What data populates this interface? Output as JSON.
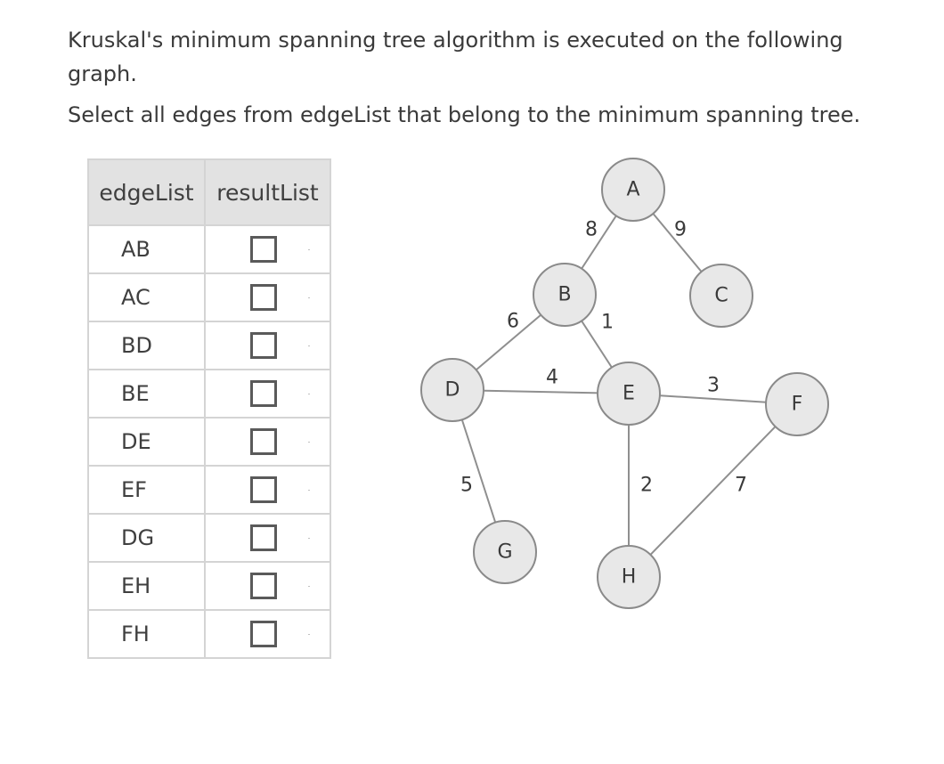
{
  "question": {
    "prompt": "Kruskal's minimum spanning tree algorithm is executed on the following graph.",
    "instruction": "Select all edges from edgeList that belong to the minimum spanning tree."
  },
  "table": {
    "headers": {
      "edge_list": "edgeList",
      "result_list": "resultList"
    },
    "rows": [
      {
        "edge": "AB",
        "checked": false
      },
      {
        "edge": "AC",
        "checked": false
      },
      {
        "edge": "BD",
        "checked": false
      },
      {
        "edge": "BE",
        "checked": false
      },
      {
        "edge": "DE",
        "checked": false
      },
      {
        "edge": "EF",
        "checked": false
      },
      {
        "edge": "DG",
        "checked": false
      },
      {
        "edge": "EH",
        "checked": false
      },
      {
        "edge": "FH",
        "checked": false
      }
    ]
  },
  "graph": {
    "nodes": [
      "A",
      "B",
      "C",
      "D",
      "E",
      "F",
      "G",
      "H"
    ],
    "edges": [
      {
        "from": "A",
        "to": "B",
        "weight": "8"
      },
      {
        "from": "A",
        "to": "C",
        "weight": "9"
      },
      {
        "from": "B",
        "to": "D",
        "weight": "6"
      },
      {
        "from": "B",
        "to": "E",
        "weight": "1"
      },
      {
        "from": "D",
        "to": "E",
        "weight": "4"
      },
      {
        "from": "E",
        "to": "F",
        "weight": "3"
      },
      {
        "from": "D",
        "to": "G",
        "weight": "5"
      },
      {
        "from": "E",
        "to": "H",
        "weight": "2"
      },
      {
        "from": "F",
        "to": "H",
        "weight": "7"
      }
    ]
  }
}
